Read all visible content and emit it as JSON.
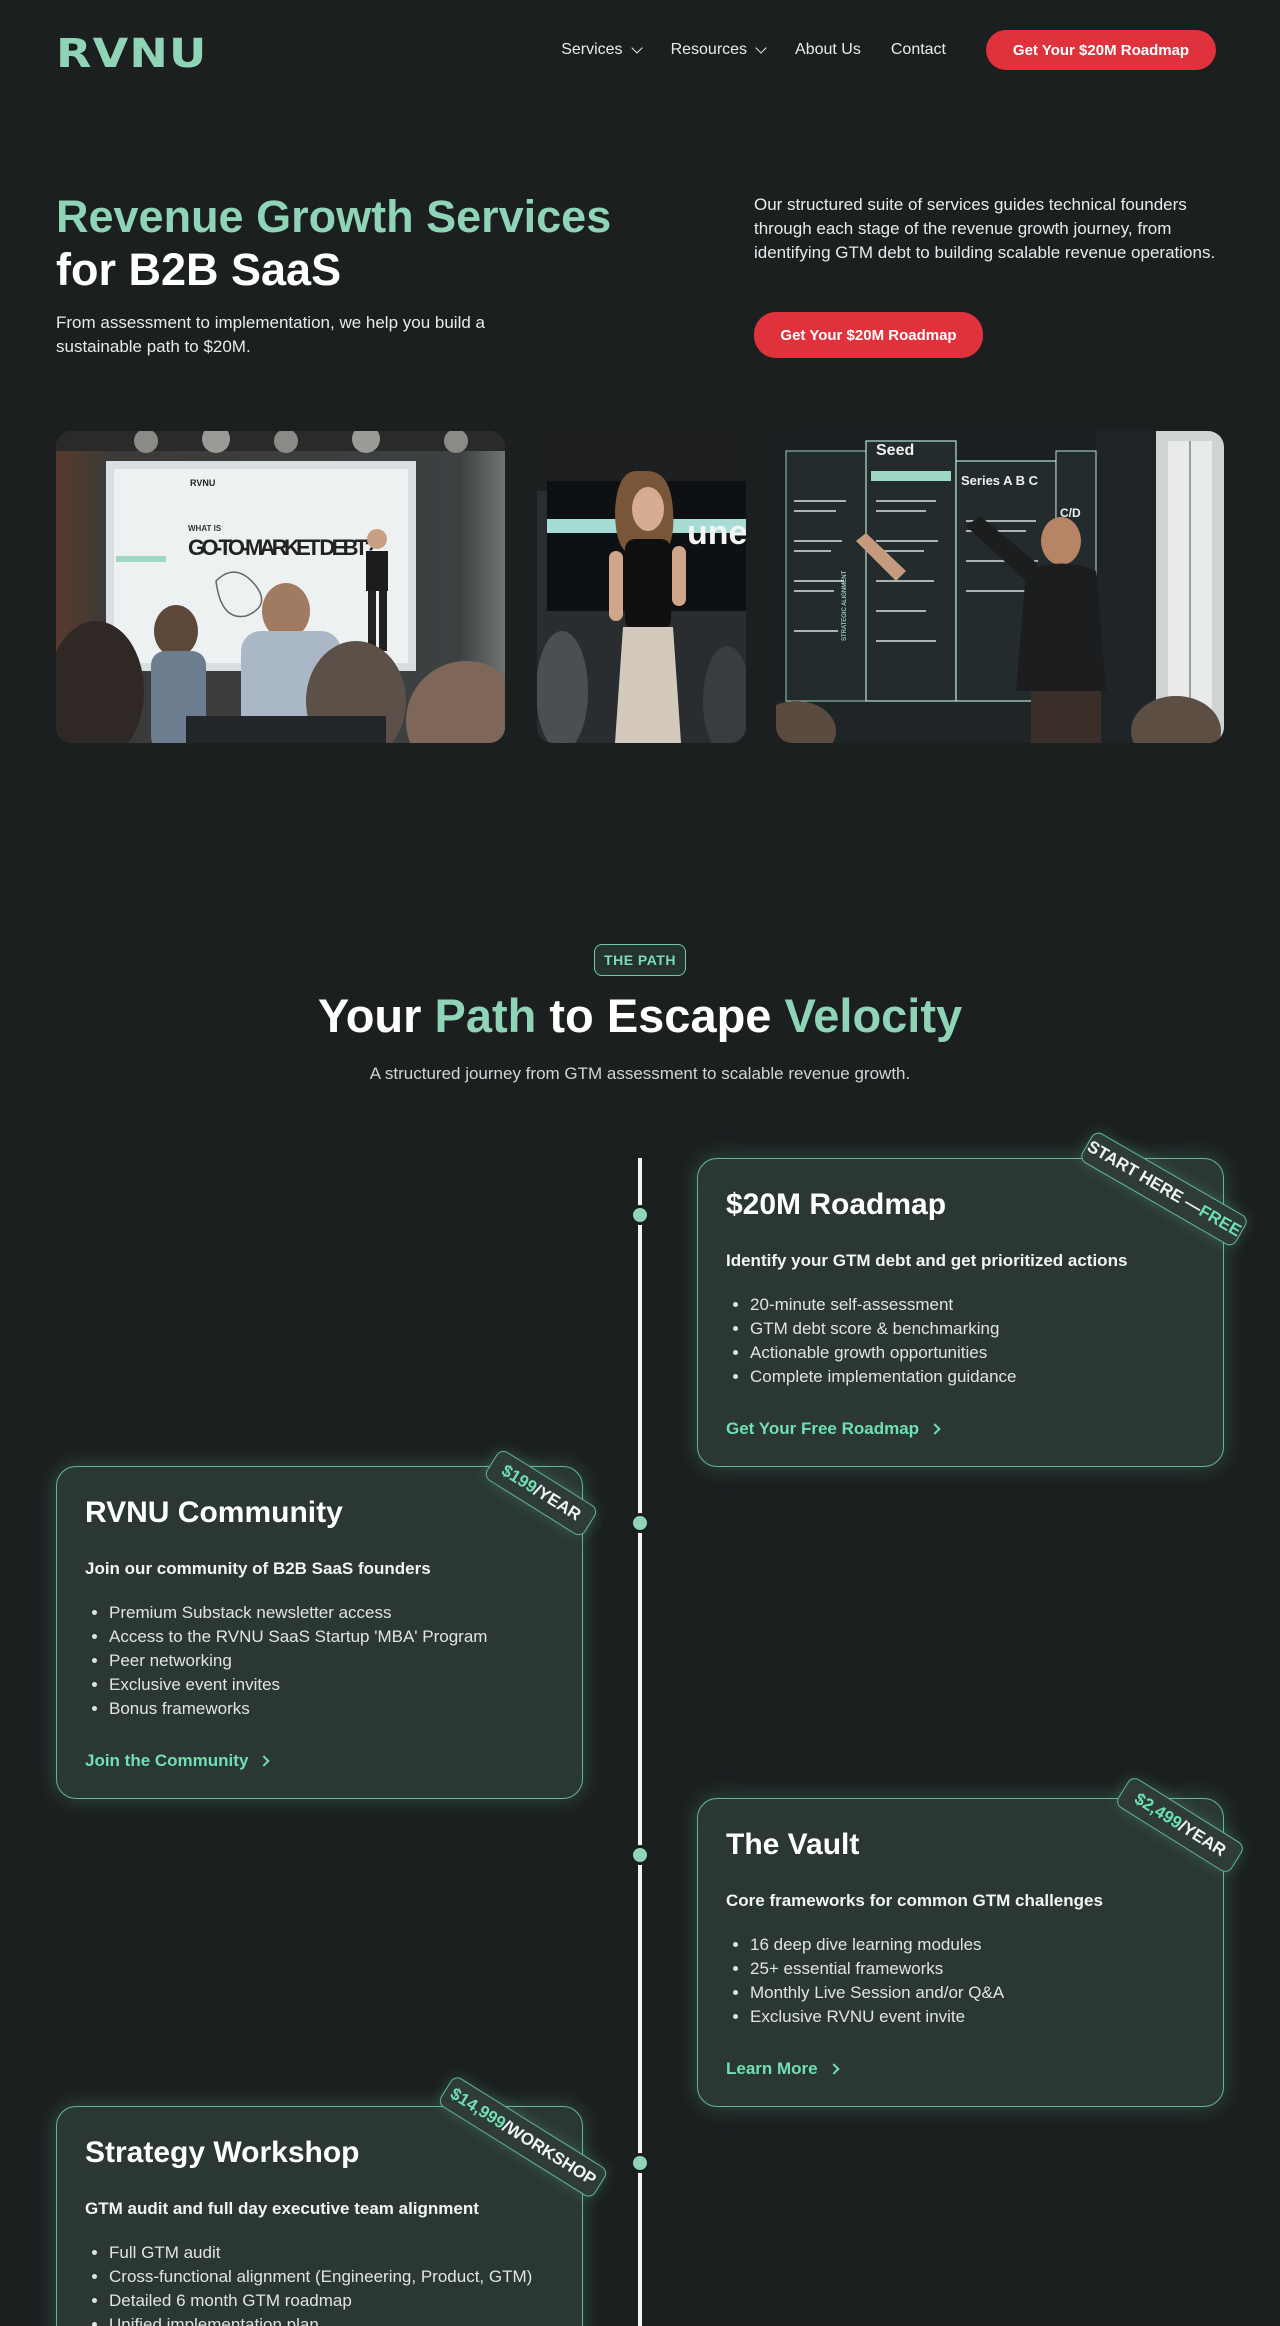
{
  "brand": {
    "logo": "RVNU",
    "accent": "#8fd4b6",
    "cta_color": "#e0323c",
    "background": "#1b1f20"
  },
  "nav": {
    "items": [
      {
        "label": "Services",
        "dropdown": true
      },
      {
        "label": "Resources",
        "dropdown": true
      },
      {
        "label": "About Us",
        "dropdown": false
      },
      {
        "label": "Contact",
        "dropdown": false
      }
    ],
    "cta": "Get Your $20M Roadmap"
  },
  "hero": {
    "title_green": "Revenue Growth Services",
    "title_white": " for B2B SaaS",
    "subtitle": "From assessment to implementation, we help you build a sustainable path to $20M.",
    "description": "Our structured suite of services guides technical founders through each stage of the revenue growth journey, from identifying GTM debt to building scalable revenue operations.",
    "cta": "Get Your $20M Roadmap"
  },
  "photos": {
    "p1": {
      "slide_logo": "RVNU",
      "slide_small": "WHAT IS",
      "slide_big": "GO-TO-MARKET DEBT?"
    },
    "p2": {
      "screen_text": "une"
    },
    "p3": {
      "board_top": "Seed",
      "board_series": "Series A B C",
      "board_col": "C/D",
      "board_side": "STRATEGIC ALIGNMENT"
    }
  },
  "path": {
    "badge": "THE PATH",
    "title_parts": [
      "Your ",
      "Path",
      " to Escape ",
      "Velocity"
    ],
    "subtitle": "A structured journey from GTM assessment to scalable revenue growth."
  },
  "cards": [
    {
      "title": "$20M Roadmap",
      "subtitle": "Identify your GTM debt and get prioritized actions",
      "items": [
        "20-minute self-assessment",
        "GTM debt score & benchmarking",
        "Actionable growth opportunities",
        "Complete implementation guidance"
      ],
      "cta": "Get Your Free Roadmap",
      "tag_white": "START HERE — ",
      "tag_green": "FREE"
    },
    {
      "title": "RVNU Community",
      "subtitle": "Join our community of B2B SaaS founders",
      "items": [
        "Premium Substack newsletter access",
        "Access to the RVNU SaaS Startup 'MBA' Program",
        "Peer networking",
        "Exclusive event invites",
        "Bonus frameworks"
      ],
      "cta": "Join the Community",
      "tag_green": "$199",
      "tag_white": "/YEAR"
    },
    {
      "title": "The Vault",
      "subtitle": "Core frameworks for common GTM challenges",
      "items": [
        "16 deep dive learning modules",
        "25+ essential frameworks",
        "Monthly Live Session and/or Q&A",
        "Exclusive RVNU event invite"
      ],
      "cta": "Learn More",
      "tag_green": "$2,499",
      "tag_white": "/YEAR"
    },
    {
      "title": "Strategy Workshop",
      "subtitle": "GTM audit and full day executive team alignment",
      "items": [
        "Full GTM audit",
        "Cross-functional alignment (Engineering, Product, GTM)",
        "Detailed 6 month GTM roadmap",
        "Unified implementation plan"
      ],
      "tag_green": "$14,999",
      "tag_white": "/WORKSHOP"
    }
  ]
}
